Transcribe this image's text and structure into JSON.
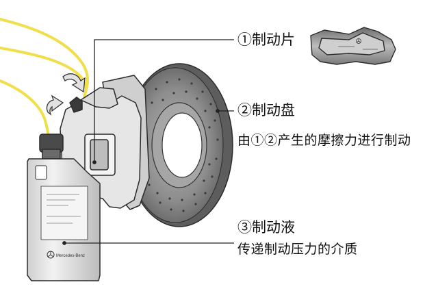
{
  "labels": {
    "pad": "①制动片",
    "disc": "②制动盘",
    "disc_desc": "由①②产生的摩擦力进行制动",
    "fluid": "③制动液",
    "fluid_desc": "传递制动压力的介质"
  },
  "logo": {
    "text": "Mercedes-Benz"
  },
  "colors": {
    "brake_line": "#f0df4a",
    "leader_line": "#222222",
    "outline": "#2a2a2a",
    "disc_face": "#8c8c8c",
    "caliper": "#e6e6e6",
    "bottle": "#ebebeb",
    "background": "#ffffff"
  },
  "icons": {
    "arrow": "curved-arrow-icon",
    "logo": "mercedes-star-icon"
  }
}
